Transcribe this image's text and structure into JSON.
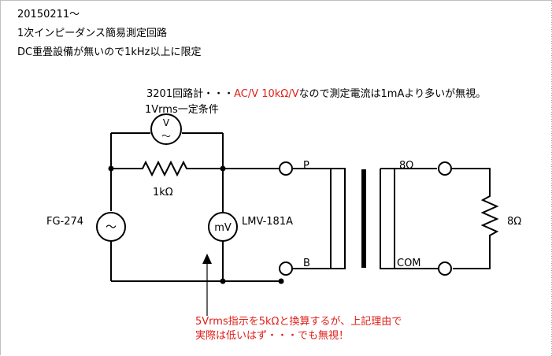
{
  "header": {
    "line1": "20150211～",
    "line2": "1次インピーダンス簡易測定回路",
    "line3": "DC重畳設備が無いので1kHz以上に限定"
  },
  "note_top": {
    "prefix": "3201回路計・・・",
    "highlight": "AC/V  10kΩ/V",
    "suffix": "なので測定電流は1mAより多いが無視。"
  },
  "condition": "1Vrms一定条件",
  "components": {
    "generator_label": "FG-274",
    "generator_symbol": "～",
    "voltmeter_symbol": "V",
    "voltmeter_wave": "～",
    "resistor_label": "1kΩ",
    "millivoltmeter_symbol": "mV",
    "millivoltmeter_label": "LMV-181A",
    "terminal_p": "P",
    "terminal_b": "B",
    "secondary_top_label": "8Ω",
    "secondary_bottom_label": "COM",
    "load_label": "8Ω"
  },
  "annotation": {
    "line1": "5Vrms指示を5kΩと換算するが、上記理由で",
    "line2": "実際は低いはず・・・でも無視！"
  },
  "colors": {
    "wire": "#000000",
    "annotation": "#e0201a",
    "border": "#bfbfbf"
  }
}
